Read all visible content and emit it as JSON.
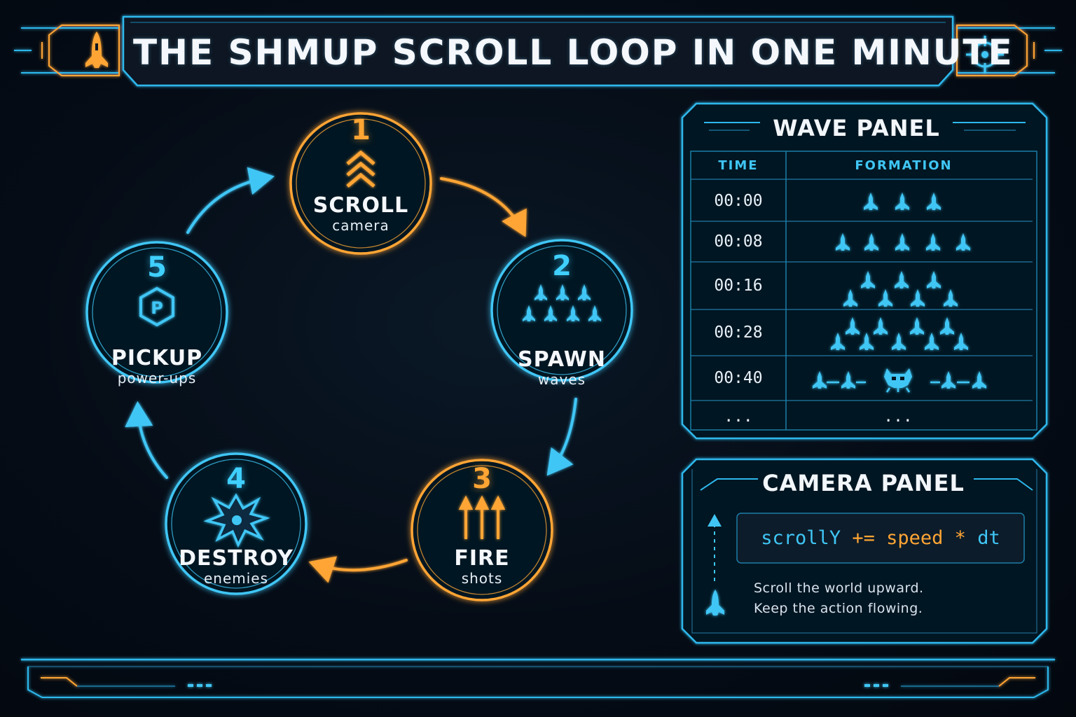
{
  "title": "THE SHMUP SCROLL LOOP IN ONE MINUTE",
  "colors": {
    "orange": "#ffa534",
    "cyan": "#3fc6f5",
    "background": "#040b14",
    "text": "#f4f7fb"
  },
  "header_icons": {
    "left": "rocket-ship-icon",
    "right": "crosshair-icon"
  },
  "loop": {
    "steps": [
      {
        "number": "1",
        "label": "SCROLL",
        "sublabel": "camera",
        "icon": "double-chevron-up-icon",
        "color": "orange"
      },
      {
        "number": "2",
        "label": "SPAWN",
        "sublabel": "waves",
        "icon": "enemy-formation-icon",
        "color": "cyan"
      },
      {
        "number": "3",
        "label": "FIRE",
        "sublabel": "shots",
        "icon": "shots-arrows-icon",
        "color": "orange"
      },
      {
        "number": "4",
        "label": "DESTROY",
        "sublabel": "enemies",
        "icon": "explosion-icon",
        "color": "cyan"
      },
      {
        "number": "5",
        "label": "PICKUP",
        "sublabel": "power-ups",
        "icon": "powerup-hexagon-icon",
        "color": "cyan"
      }
    ],
    "powerup_letter": "P"
  },
  "wave_panel": {
    "title": "WAVE PANEL",
    "columns": [
      "TIME",
      "FORMATION"
    ],
    "rows": [
      {
        "time": "00:00",
        "formation": "3 ships in a row"
      },
      {
        "time": "00:08",
        "formation": "5 ships in a row"
      },
      {
        "time": "00:16",
        "formation": "V formation of 7 ships"
      },
      {
        "time": "00:28",
        "formation": "two V formations"
      },
      {
        "time": "00:40",
        "formation": "ships flanking a boss"
      }
    ],
    "more_time": "...",
    "more_formation": "..."
  },
  "camera_panel": {
    "title": "CAMERA PANEL",
    "code": {
      "var": "scrollY",
      "op1": "+=",
      "speed": "speed",
      "op2": "*",
      "dt": "dt"
    },
    "notes": [
      "Scroll the world upward.",
      "Keep the action flowing."
    ]
  }
}
